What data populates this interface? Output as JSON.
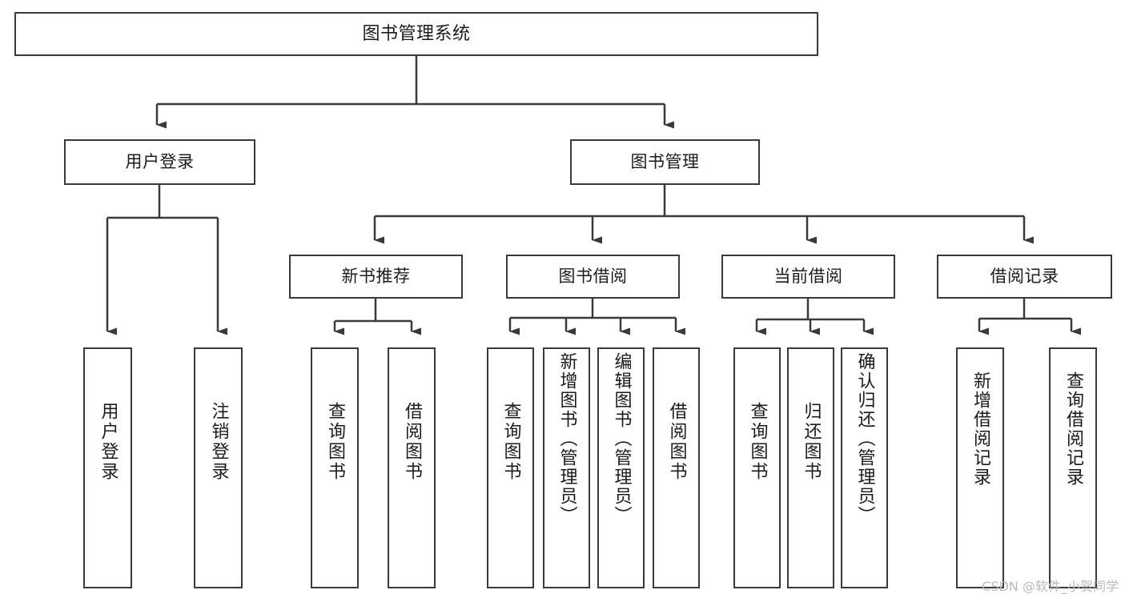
{
  "diagram": {
    "title": "图书管理系统",
    "type": "tree-hierarchy",
    "watermark": "CSDN @软件_小贺同学",
    "colors": {
      "stroke": "#3a3a3a",
      "fill": "#ffffff",
      "text": "#1b1b1b",
      "watermark": "#b9b9b9"
    },
    "nodes": {
      "root": {
        "label": "图书管理系统"
      },
      "level2": [
        {
          "id": "user-login",
          "label": "用户登录"
        },
        {
          "id": "book-manage",
          "label": "图书管理"
        }
      ],
      "level3": [
        {
          "id": "new-book-rec",
          "label": "新书推荐"
        },
        {
          "id": "book-borrow",
          "label": "图书借阅"
        },
        {
          "id": "current-borrow",
          "label": "当前借阅"
        },
        {
          "id": "borrow-record",
          "label": "借阅记录"
        }
      ],
      "leaves": {
        "user_login": [
          {
            "id": "leaf-user-login",
            "label": "用户登录"
          },
          {
            "id": "leaf-logout",
            "label": "注销登录"
          }
        ],
        "new_book_rec": [
          {
            "id": "leaf-query-book-1",
            "label": "查询图书"
          },
          {
            "id": "leaf-borrow-book-1",
            "label": "借阅图书"
          }
        ],
        "book_borrow": [
          {
            "id": "leaf-query-book-2",
            "label": "查询图书"
          },
          {
            "id": "leaf-add-book",
            "label": "新增图书（管理员）"
          },
          {
            "id": "leaf-edit-book",
            "label": "编辑图书（管理员）"
          },
          {
            "id": "leaf-borrow-book-2",
            "label": "借阅图书"
          }
        ],
        "current_borrow": [
          {
            "id": "leaf-query-book-3",
            "label": "查询图书"
          },
          {
            "id": "leaf-return-book",
            "label": "归还图书"
          },
          {
            "id": "leaf-confirm-return",
            "label": "确认归还（管理员）"
          }
        ],
        "borrow_record": [
          {
            "id": "leaf-add-record",
            "label": "新增借阅记录"
          },
          {
            "id": "leaf-query-record",
            "label": "查询借阅记录"
          }
        ]
      }
    }
  }
}
